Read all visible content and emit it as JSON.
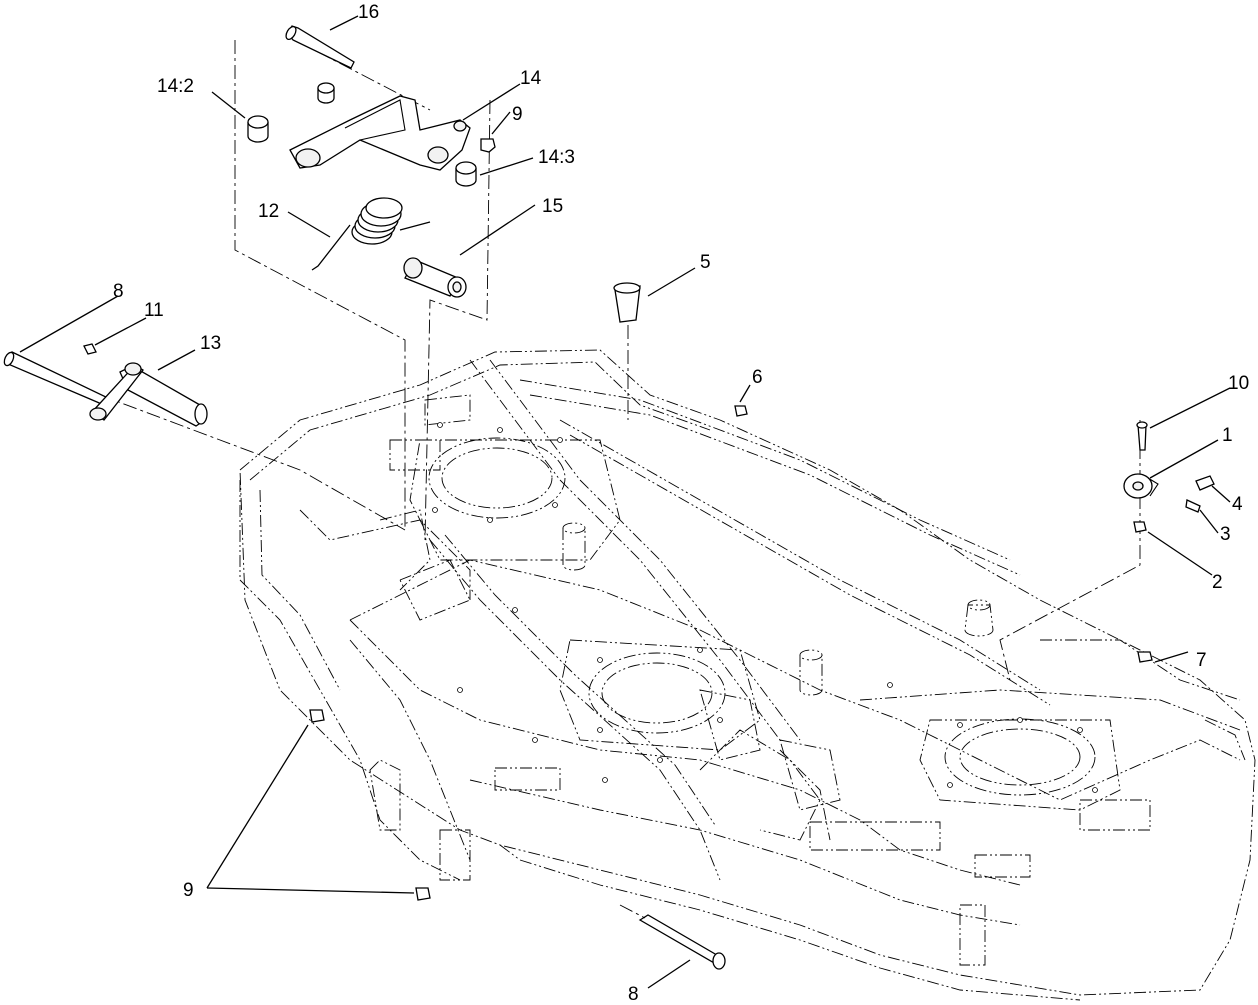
{
  "callouts": {
    "c1": "1",
    "c2": "2",
    "c3": "3",
    "c4": "4",
    "c5": "5",
    "c6": "6",
    "c7": "7",
    "c8a": "8",
    "c8b": "8",
    "c9a": "9",
    "c9b": "9",
    "c10": "10",
    "c11": "11",
    "c12": "12",
    "c13": "13",
    "c14": "14",
    "c14_2": "14:2",
    "c14_3": "14:3",
    "c15": "15",
    "c16": "16"
  }
}
